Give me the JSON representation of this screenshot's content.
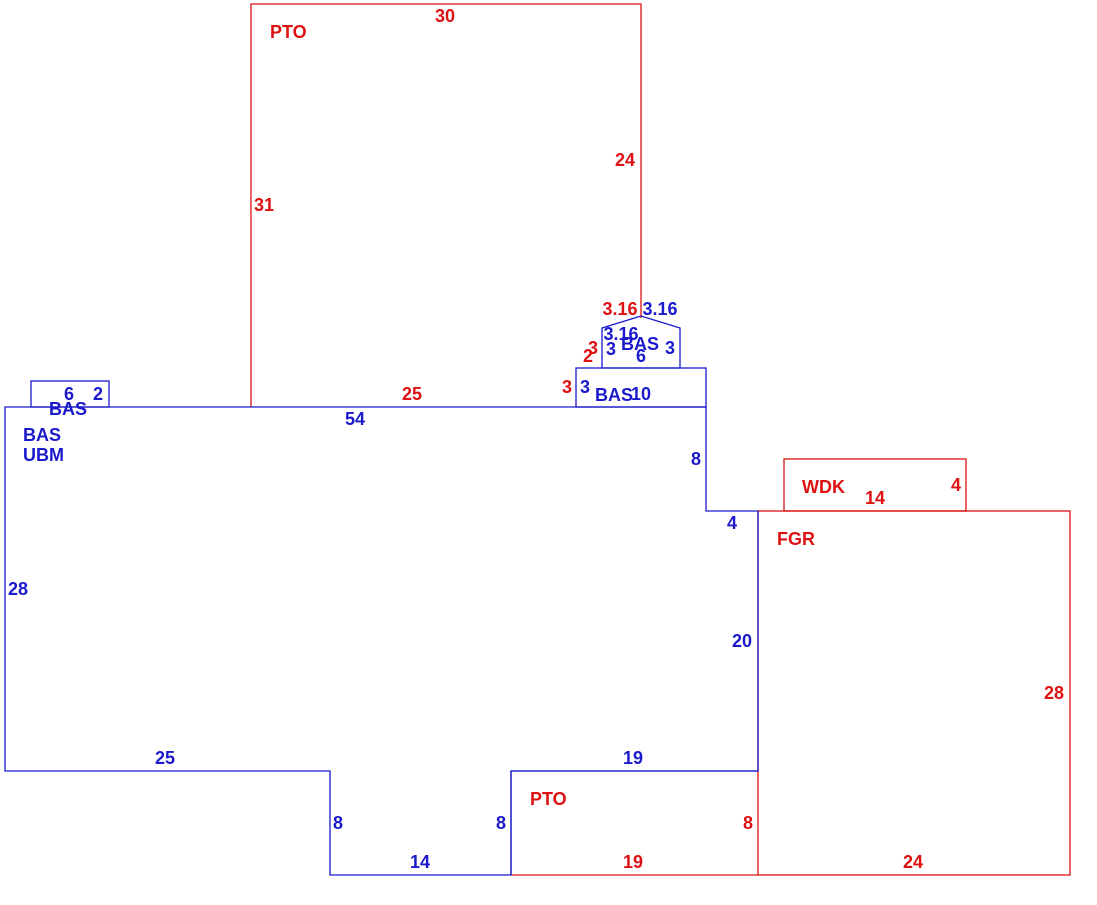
{
  "colors": {
    "building": "#1a1acc",
    "exterior": "#dd1111",
    "background": "#ffffff"
  },
  "areas": [
    {
      "id": "bas-main",
      "code": "BAS",
      "sub_code": "UBM",
      "color": "building"
    },
    {
      "id": "bas-bump",
      "code": "BAS",
      "color": "building"
    },
    {
      "id": "bas-rear",
      "code": "BAS",
      "color": "building"
    },
    {
      "id": "bas-bay",
      "code": "BAS",
      "color": "building"
    },
    {
      "id": "pto-top",
      "code": "PTO",
      "color": "exterior"
    },
    {
      "id": "pto-bottom",
      "code": "PTO",
      "color": "exterior"
    },
    {
      "id": "fgr",
      "code": "FGR",
      "color": "exterior"
    },
    {
      "id": "wdk",
      "code": "WDK",
      "color": "exterior"
    }
  ],
  "dimensions": [
    {
      "id": "main-top",
      "value": "54",
      "color": "building"
    },
    {
      "id": "main-left",
      "value": "28",
      "color": "building"
    },
    {
      "id": "main-bottom-left",
      "value": "25",
      "color": "building"
    },
    {
      "id": "notch-left",
      "value": "8",
      "color": "building"
    },
    {
      "id": "notch-bottom",
      "value": "14",
      "color": "building"
    },
    {
      "id": "notch-right",
      "value": "8",
      "color": "building"
    },
    {
      "id": "main-bottom-right",
      "value": "19",
      "color": "building"
    },
    {
      "id": "main-right-lower",
      "value": "20",
      "color": "building"
    },
    {
      "id": "step",
      "value": "4",
      "color": "building"
    },
    {
      "id": "main-right-upper",
      "value": "8",
      "color": "building"
    },
    {
      "id": "rear-width",
      "value": "10",
      "color": "building"
    },
    {
      "id": "rear-left",
      "value": "3",
      "color": "building"
    },
    {
      "id": "bump-width",
      "value": "6",
      "color": "building"
    },
    {
      "id": "bump-height",
      "value": "2",
      "color": "building"
    },
    {
      "id": "bay-right-diag",
      "value": "3.16",
      "color": "building"
    },
    {
      "id": "bay-left-diag",
      "value": "3.16",
      "color": "building"
    },
    {
      "id": "bay-left",
      "value": "3",
      "color": "building"
    },
    {
      "id": "bay-right",
      "value": "3",
      "color": "building"
    },
    {
      "id": "bay-bottom",
      "value": "6",
      "color": "building"
    },
    {
      "id": "pto-top-width",
      "value": "30",
      "color": "exterior"
    },
    {
      "id": "pto-top-left",
      "value": "31",
      "color": "exterior"
    },
    {
      "id": "pto-top-right",
      "value": "24",
      "color": "exterior"
    },
    {
      "id": "pto-top-bottom",
      "value": "25",
      "color": "exterior"
    },
    {
      "id": "pto-top-diag",
      "value": "3.16",
      "color": "exterior"
    },
    {
      "id": "pto-top-step-a",
      "value": "3",
      "color": "exterior"
    },
    {
      "id": "pto-top-step-b",
      "value": "2",
      "color": "exterior"
    },
    {
      "id": "pto-top-step-c",
      "value": "3",
      "color": "exterior"
    },
    {
      "id": "wdk-width",
      "value": "14",
      "color": "exterior"
    },
    {
      "id": "wdk-height",
      "value": "4",
      "color": "exterior"
    },
    {
      "id": "fgr-right",
      "value": "28",
      "color": "exterior"
    },
    {
      "id": "fgr-bottom",
      "value": "24",
      "color": "exterior"
    },
    {
      "id": "pto-bottom-width",
      "value": "19",
      "color": "exterior"
    },
    {
      "id": "pto-bottom-right",
      "value": "8",
      "color": "exterior"
    }
  ]
}
